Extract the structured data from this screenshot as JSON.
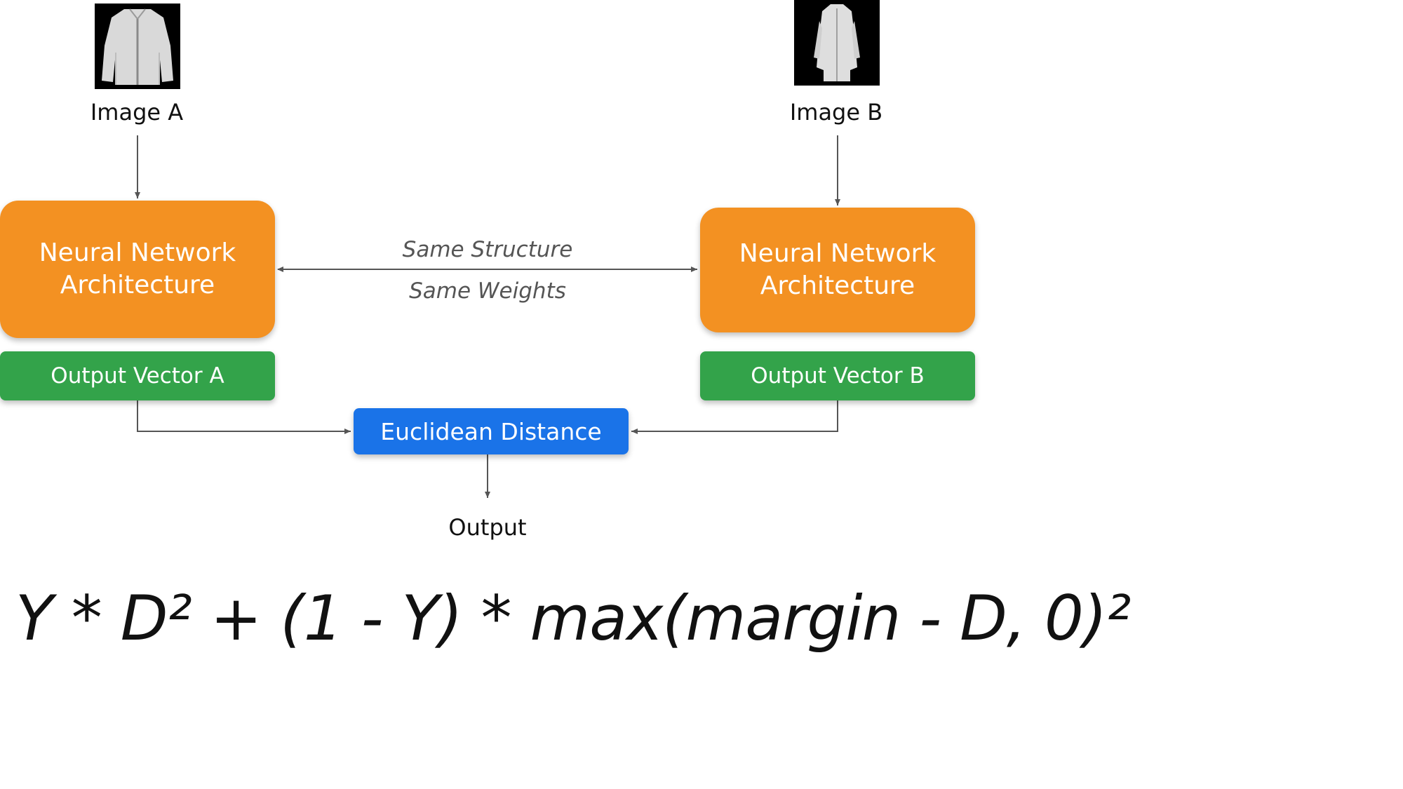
{
  "image_a": {
    "label": "Image A",
    "thumbnail_icon": "jacket-icon"
  },
  "image_b": {
    "label": "Image B",
    "thumbnail_icon": "dress-icon"
  },
  "network_a": {
    "title": "Neural Network Architecture"
  },
  "network_b": {
    "title": "Neural Network Architecture"
  },
  "shared": {
    "structure_label": "Same Structure",
    "weights_label": "Same Weights"
  },
  "output_vector_a": {
    "label": "Output Vector A"
  },
  "output_vector_b": {
    "label": "Output Vector B"
  },
  "distance": {
    "label": "Euclidean Distance"
  },
  "output": {
    "label": "Output"
  },
  "formula": {
    "text": "Y * D² + (1 - Y) * max(margin - D, 0)²"
  },
  "colors": {
    "network_box": "#f39122",
    "output_box": "#33a34a",
    "distance_box": "#1a73e8",
    "arrow": "#555555"
  }
}
